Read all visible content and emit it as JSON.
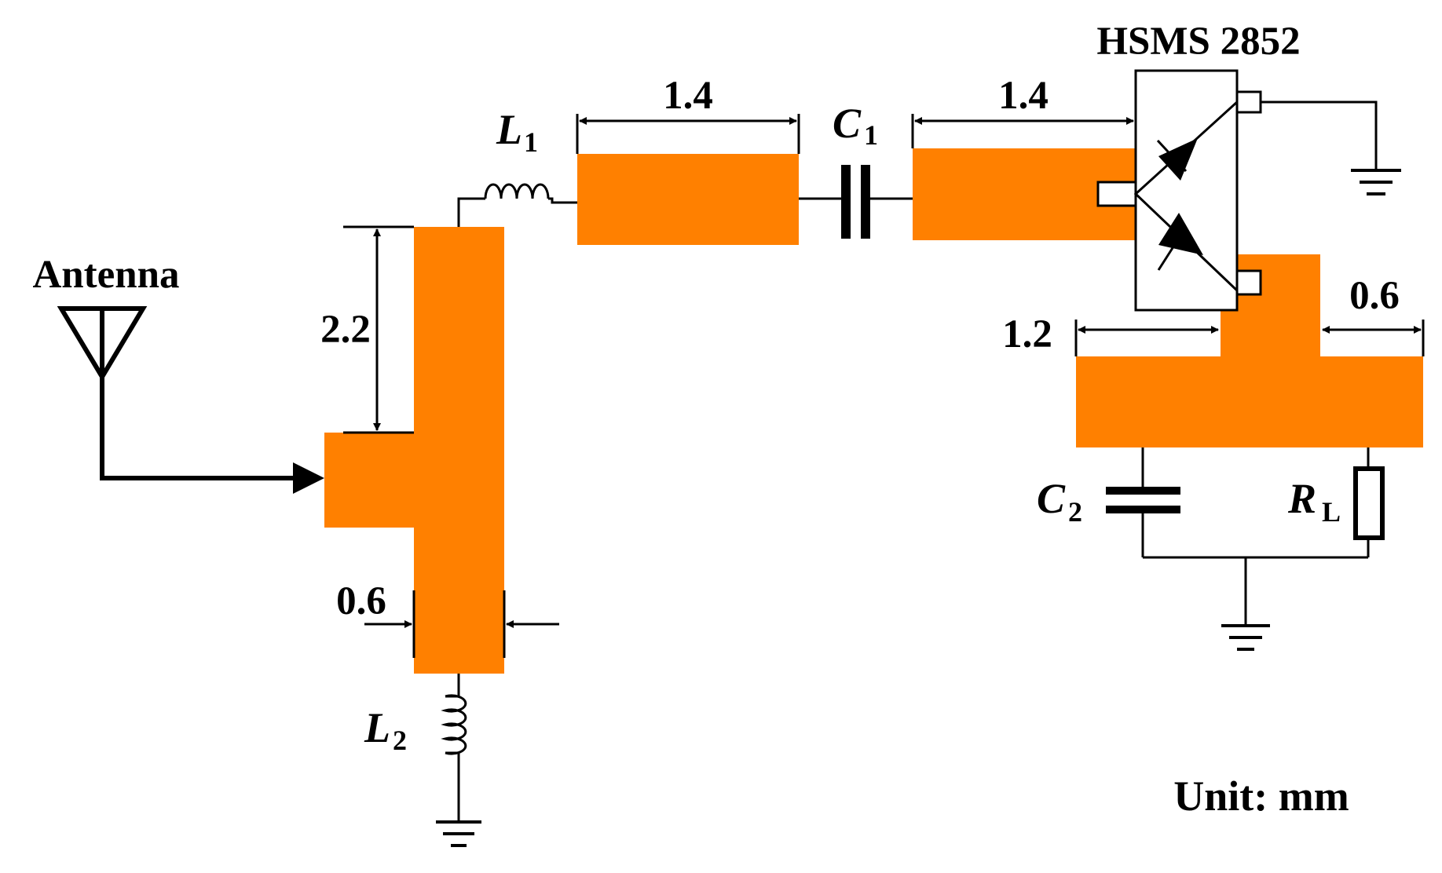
{
  "diagram": {
    "colors": {
      "microstrip": "#FF8000",
      "line": "#000000",
      "background": "#FFFFFF"
    },
    "labels": {
      "antenna": "Antenna",
      "diode": "HSMS 2852",
      "unit": "Unit: mm",
      "l1_main": "L",
      "l1_sub": "1",
      "l2_main": "L",
      "l2_sub": "2",
      "c1_main": "C",
      "c1_sub": "1",
      "c2_main": "C",
      "c2_sub": "2",
      "rl_main": "R",
      "rl_sub": "L"
    },
    "dimensions": {
      "stub_length": "2.2",
      "stub_width": "0.6",
      "line1_length": "1.4",
      "line2_length": "1.4",
      "out_left_length": "1.2",
      "out_right_length": "0.6"
    },
    "icons": [
      "antenna-icon",
      "inductor-icon",
      "capacitor-icon",
      "schottky-diode-icon",
      "resistor-icon",
      "ground-icon"
    ]
  }
}
